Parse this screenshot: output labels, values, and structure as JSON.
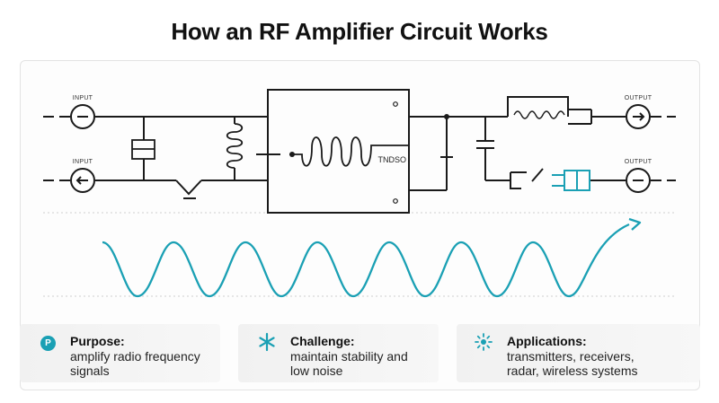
{
  "title": "How an RF Amplifier Circuit Works",
  "diagram": {
    "input_top": "INPUT",
    "input_bottom": "INPUT",
    "output_top": "OUTPUT",
    "output_bottom": "OUTPUT",
    "box_label": "TNDSO"
  },
  "colors": {
    "wire": "#1a1a1a",
    "accent": "#1aa0b4",
    "card_bg": "#f2f2f2"
  },
  "cards": [
    {
      "icon": "p-badge-icon",
      "badge": "P",
      "heading": "Purpose:",
      "body": "amplify radio frequency signals"
    },
    {
      "icon": "asterisk-icon",
      "heading": "Challenge:",
      "body": "maintain stability and low noise"
    },
    {
      "icon": "radiating-dots-icon",
      "heading": "Applications:",
      "body": "transmitters, receivers, radar, wireless systems"
    }
  ]
}
